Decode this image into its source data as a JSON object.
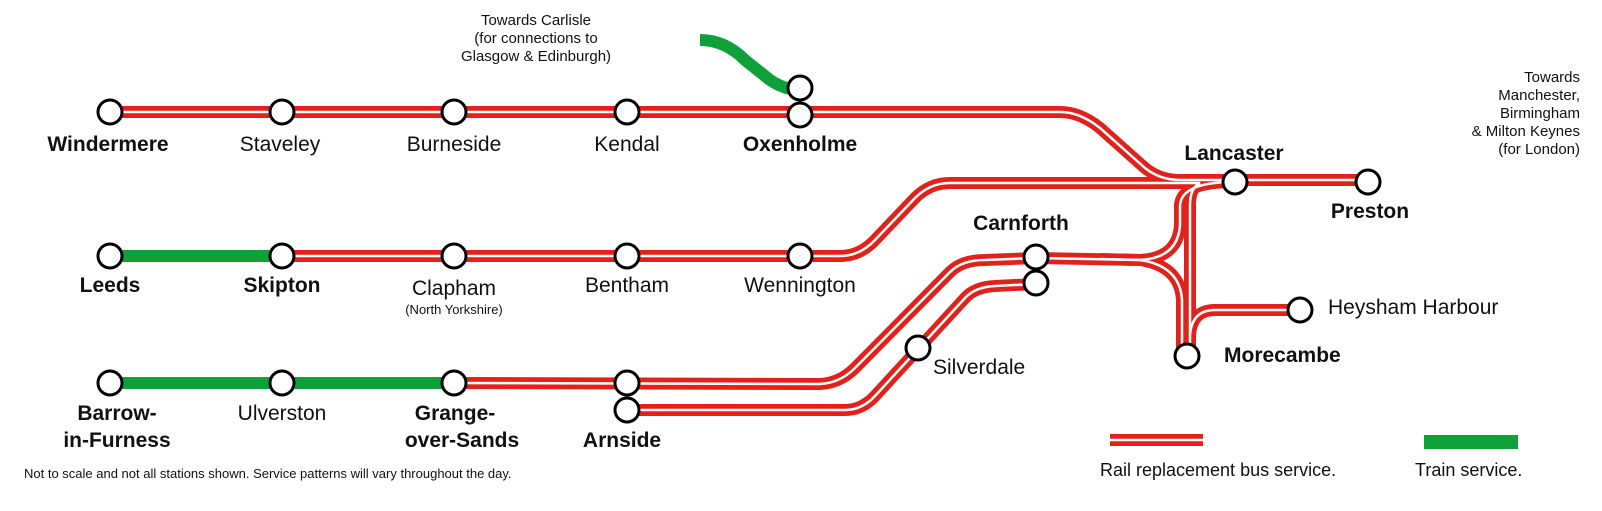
{
  "colors": {
    "bus": "#e3211b",
    "train": "#0fa03a",
    "station_stroke": "#000000"
  },
  "stations": {
    "windermere": "Windermere",
    "staveley": "Staveley",
    "burneside": "Burneside",
    "kendal": "Kendal",
    "oxenholme": "Oxenholme",
    "leeds": "Leeds",
    "skipton": "Skipton",
    "clapham": "Clapham",
    "clapham_sub": "(North Yorkshire)",
    "bentham": "Bentham",
    "wennington": "Wennington",
    "barrow_1": "Barrow-",
    "barrow_2": "in-Furness",
    "ulverston": "Ulverston",
    "grange_1": "Grange-",
    "grange_2": "over-Sands",
    "arnside": "Arnside",
    "carnforth": "Carnforth",
    "silverdale": "Silverdale",
    "lancaster": "Lancaster",
    "preston": "Preston",
    "heysham": "Heysham Harbour",
    "morecambe": "Morecambe"
  },
  "towards": {
    "carlisle": [
      "Towards Carlisle",
      "(for connections to",
      "Glasgow & Edinburgh)"
    ],
    "manchester": [
      "Towards",
      "Manchester,",
      "Birmingham",
      "& Milton Keynes",
      "(for London)"
    ]
  },
  "footnote": "Not to scale and not all stations shown. Service patterns will vary throughout the day.",
  "legend": {
    "bus": "Rail replacement bus service.",
    "train": "Train service."
  }
}
